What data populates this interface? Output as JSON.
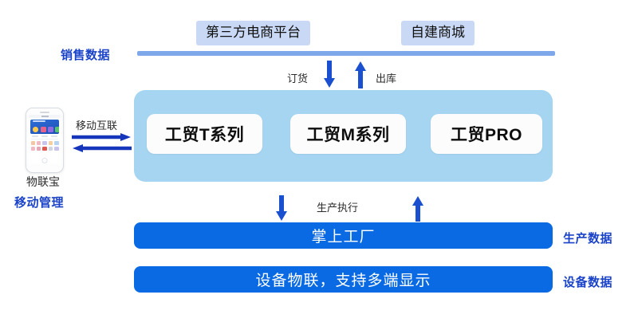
{
  "diagram": {
    "title_present": false,
    "colors": {
      "brand_blue": "#0a6ae3",
      "label_blue": "#1a43c8",
      "panel_light_blue": "#a6d5f2",
      "chip_blue": "#c9d9f5",
      "rule_blue": "#7fa8ea",
      "arrow_blue": "#1040c0",
      "box_white": "#fcfcfc"
    }
  },
  "sales_layer": {
    "side_label": "销售数据",
    "channels": [
      {
        "name": "third-party-ecommerce",
        "label": "第三方电商平台"
      },
      {
        "name": "self-built-mall",
        "label": "自建商城"
      }
    ],
    "flows": [
      {
        "name": "order-down",
        "label": "订货",
        "direction": "down"
      },
      {
        "name": "outbound-up",
        "label": "出库",
        "direction": "up"
      }
    ]
  },
  "product_layer": {
    "products": [
      {
        "name": "gongmao-t-series",
        "label": "工贸T系列"
      },
      {
        "name": "gongmao-m-series",
        "label": "工贸M系列"
      },
      {
        "name": "gongmao-pro",
        "label": "工贸PRO"
      }
    ]
  },
  "mobile_layer": {
    "device_label": "物联宝",
    "side_label": "移动管理",
    "link_label": "移动互联",
    "link_direction": "bidirectional"
  },
  "production_layer": {
    "side_label": "生产数据",
    "flow_label": "生产执行",
    "bar_label": "掌上工厂",
    "flows": [
      {
        "name": "production-exec-down",
        "direction": "down"
      },
      {
        "name": "production-feedback-up",
        "direction": "up"
      }
    ]
  },
  "device_layer": {
    "side_label": "设备数据",
    "bar_label": "设备物联，支持多端显示"
  }
}
